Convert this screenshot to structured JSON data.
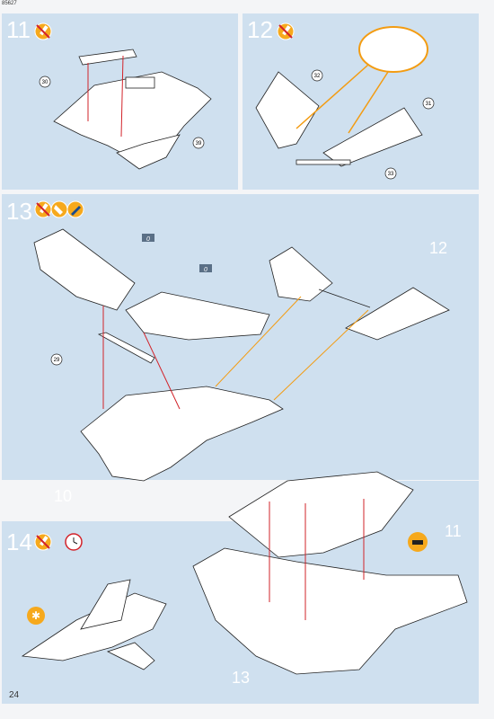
{
  "document": {
    "code": "85627",
    "page_number": "24"
  },
  "steps": [
    {
      "number": "11",
      "tools": [
        "glue-icon"
      ],
      "parts": [
        "30",
        "39"
      ]
    },
    {
      "number": "12",
      "tools": [
        "glue-icon"
      ],
      "parts": [
        "32",
        "31",
        "33"
      ]
    },
    {
      "number": "13",
      "tools": [
        "glue-icon",
        "paint-icon",
        "brush-icon"
      ],
      "parts": [
        "29"
      ],
      "flags": [
        "0",
        "0"
      ],
      "subassembly_refs": [
        "12",
        "10"
      ]
    },
    {
      "number": "14",
      "tools": [
        "glue-icon",
        "clock-icon"
      ],
      "subassembly_refs": [
        "11",
        "13"
      ]
    }
  ],
  "colors": {
    "panel": "#cfe0ef",
    "glue_orange": "#f6a91d",
    "leader_red": "#d2232a",
    "orange_line": "#f39c12"
  }
}
